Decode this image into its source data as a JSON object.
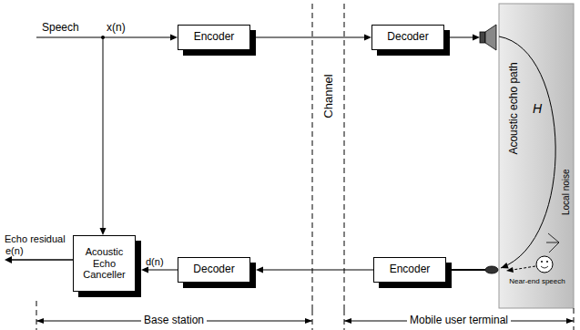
{
  "diagram": {
    "nodes": [
      {
        "text": [
          "Encoder"
        ]
      },
      {
        "text": [
          "Decoder"
        ]
      },
      {
        "text": [
          "Acoustic echo path",
          "H"
        ]
      },
      {
        "text": [
          "Acoustic Echo Canceller"
        ]
      },
      {
        "text": [
          "Decoder"
        ]
      },
      {
        "text": [
          "Encoder"
        ]
      }
    ],
    "edges": [
      {
        "from": 0,
        "to": 1,
        "arrow": "to"
      },
      {
        "from": 5,
        "to": 4,
        "arrow": "to"
      },
      {
        "from": 4,
        "to": 3,
        "label": "d(n)",
        "arrow": "to"
      }
    ],
    "labels": [
      "Speech",
      "x(n)",
      "Echo residual",
      "e(n)",
      "Channel",
      "Local noise",
      "Near-end speech",
      "Base station",
      "Mobile user terminal"
    ]
  }
}
